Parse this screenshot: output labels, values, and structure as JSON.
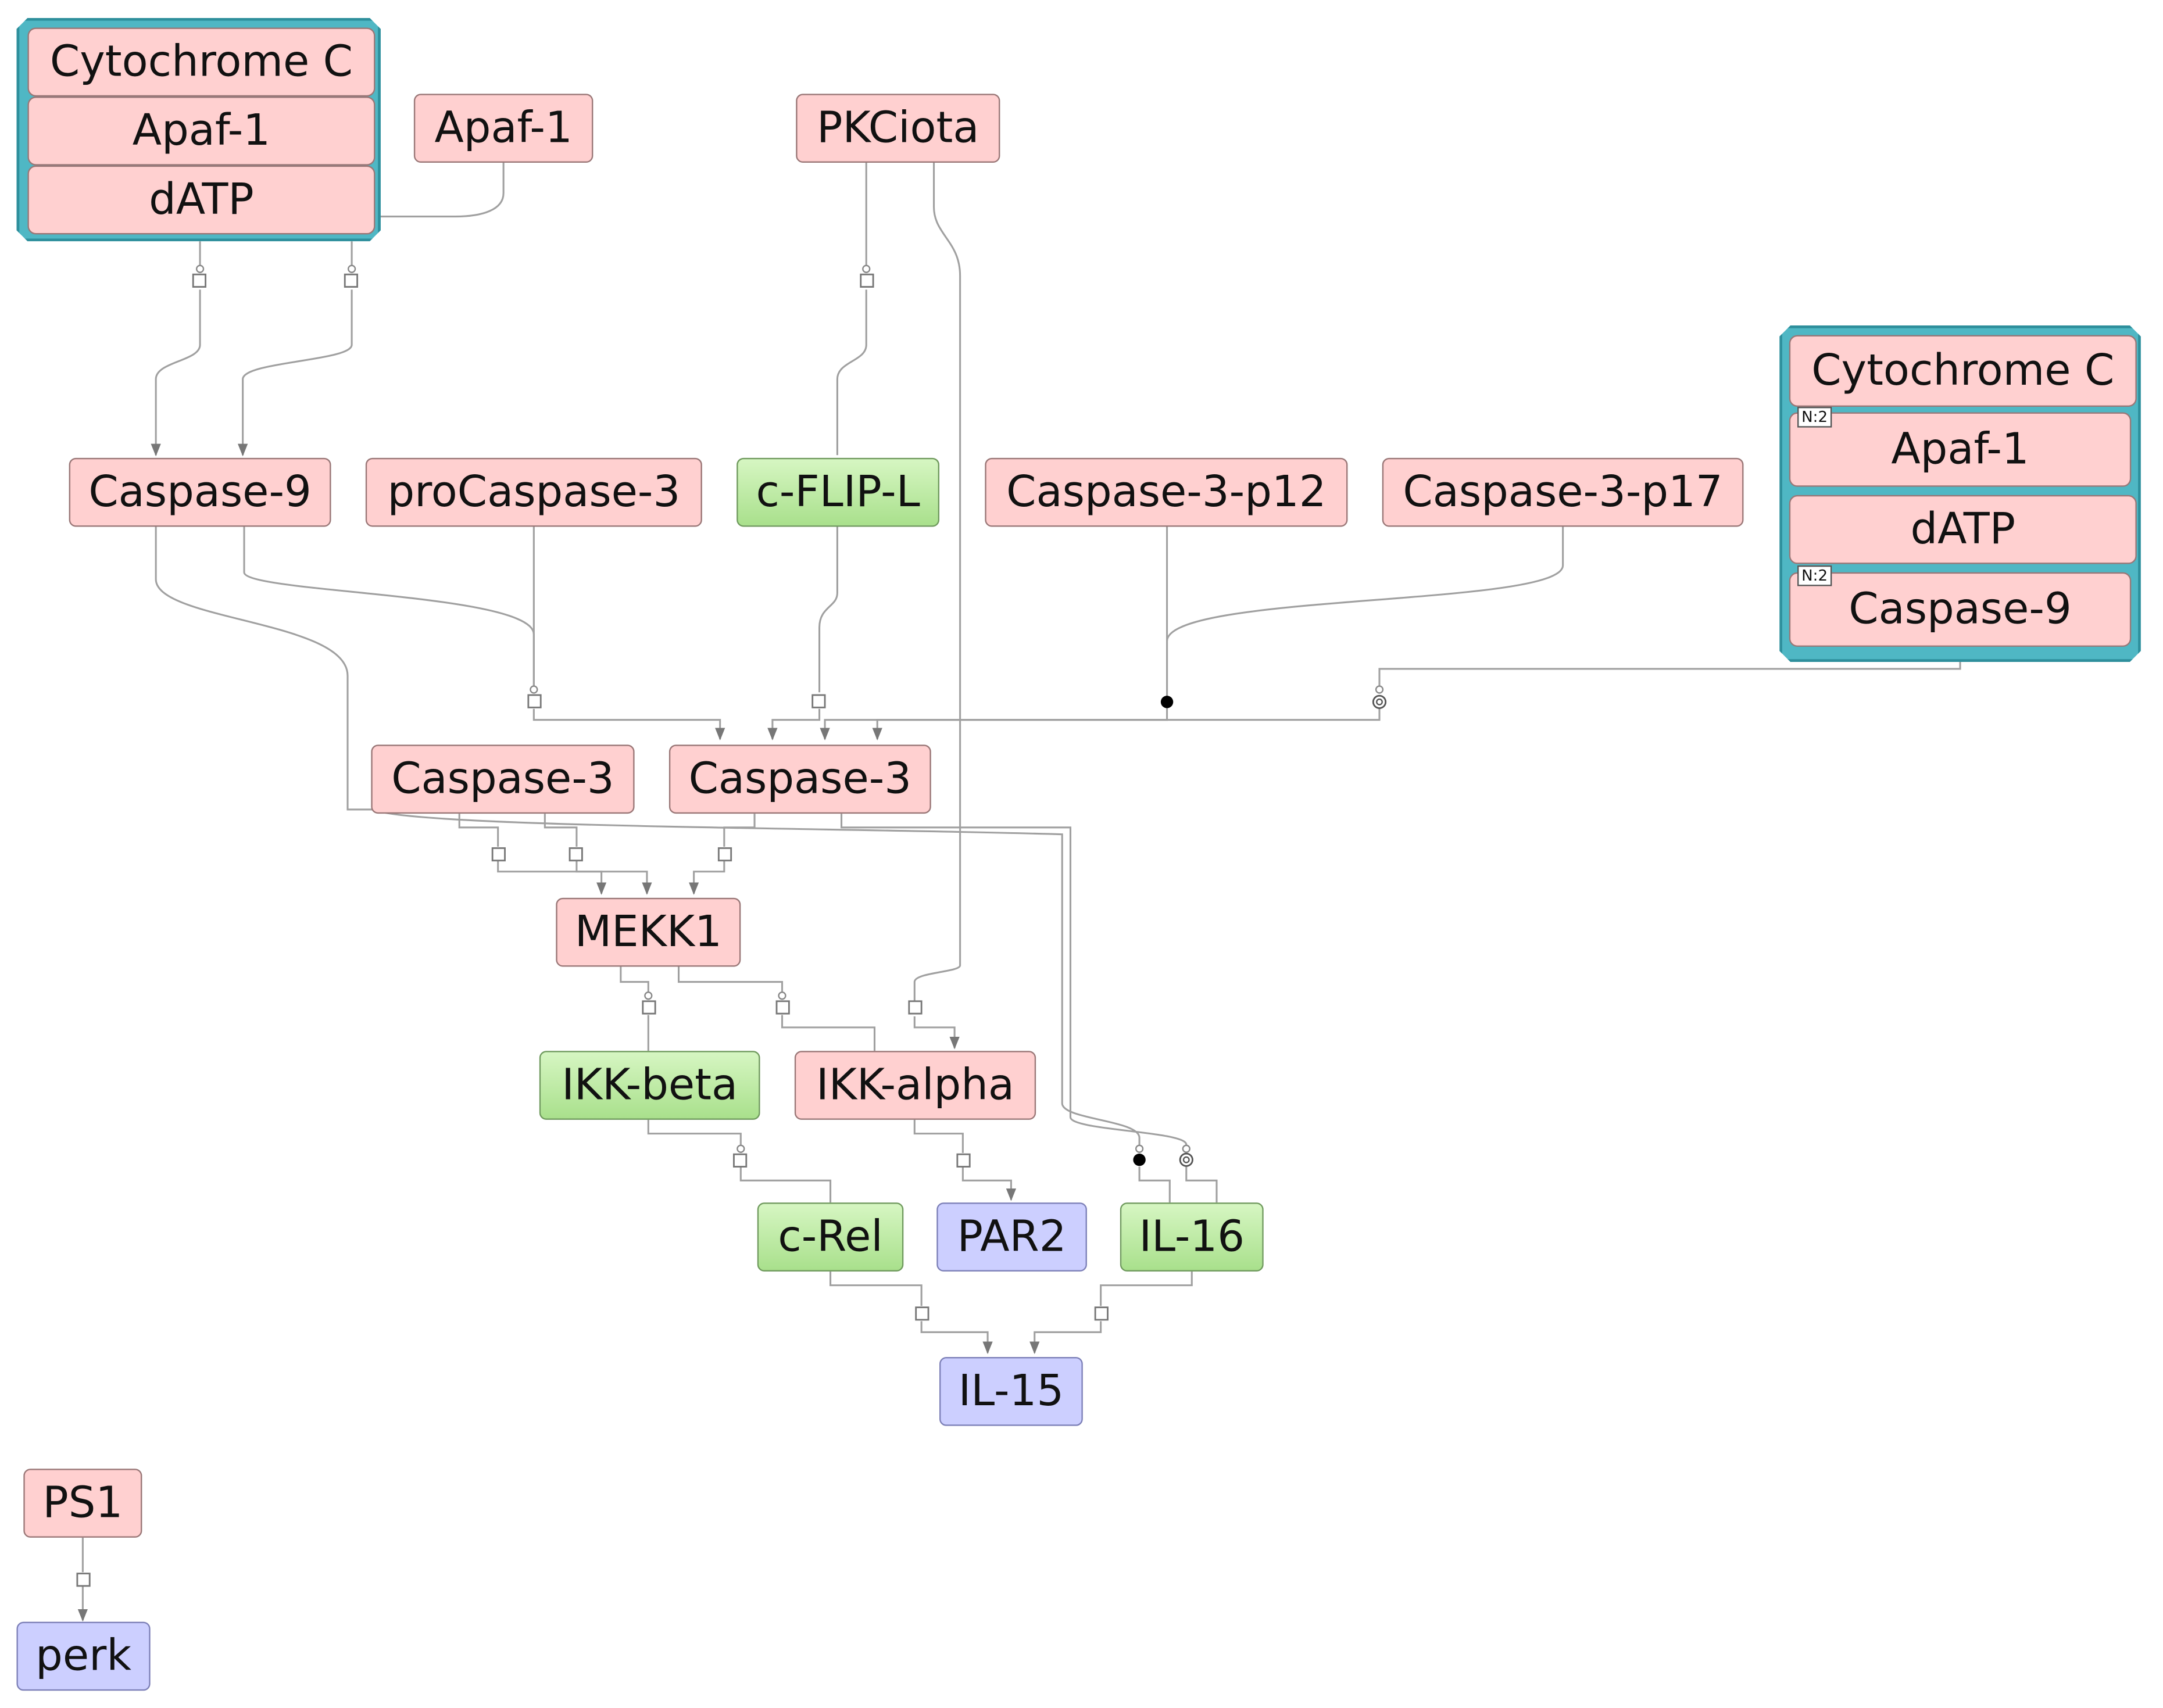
{
  "complexes": {
    "top_left": {
      "members": [
        {
          "label": "Cytochrome C"
        },
        {
          "label": "Apaf-1"
        },
        {
          "label": "dATP"
        }
      ]
    },
    "right": {
      "members": [
        {
          "label": "Cytochrome C",
          "badge": ""
        },
        {
          "label": "Apaf-1",
          "badge": "N:2"
        },
        {
          "label": "dATP",
          "badge": ""
        },
        {
          "label": "Caspase-9",
          "badge": "N:2"
        }
      ]
    }
  },
  "nodes": {
    "apaf1": {
      "label": "Apaf-1",
      "type": "protein"
    },
    "pkciota": {
      "label": "PKCiota",
      "type": "protein"
    },
    "caspase9": {
      "label": "Caspase-9",
      "type": "protein"
    },
    "procaspase3": {
      "label": "proCaspase-3",
      "type": "protein"
    },
    "cflipl": {
      "label": "c-FLIP-L",
      "type": "gene"
    },
    "casp3p12": {
      "label": "Caspase-3-p12",
      "type": "protein"
    },
    "casp3p17": {
      "label": "Caspase-3-p17",
      "type": "protein"
    },
    "caspase3a": {
      "label": "Caspase-3",
      "type": "protein"
    },
    "caspase3b": {
      "label": "Caspase-3",
      "type": "protein"
    },
    "mekk1": {
      "label": "MEKK1",
      "type": "protein"
    },
    "ikkbeta": {
      "label": "IKK-beta",
      "type": "gene"
    },
    "ikkalpha": {
      "label": "IKK-alpha",
      "type": "protein"
    },
    "crel": {
      "label": "c-Rel",
      "type": "gene"
    },
    "par2": {
      "label": "PAR2",
      "type": "rna"
    },
    "il16": {
      "label": "IL-16",
      "type": "gene"
    },
    "il15": {
      "label": "IL-15",
      "type": "rna"
    },
    "ps1": {
      "label": "PS1",
      "type": "protein"
    },
    "perk": {
      "label": "perk",
      "type": "rna"
    }
  },
  "colors": {
    "protein": "#ffd0d0",
    "gene": "#b8e9a0",
    "rna": "#cccfff",
    "complex": "#4fb7c4",
    "edge": "#9a9a9a"
  }
}
